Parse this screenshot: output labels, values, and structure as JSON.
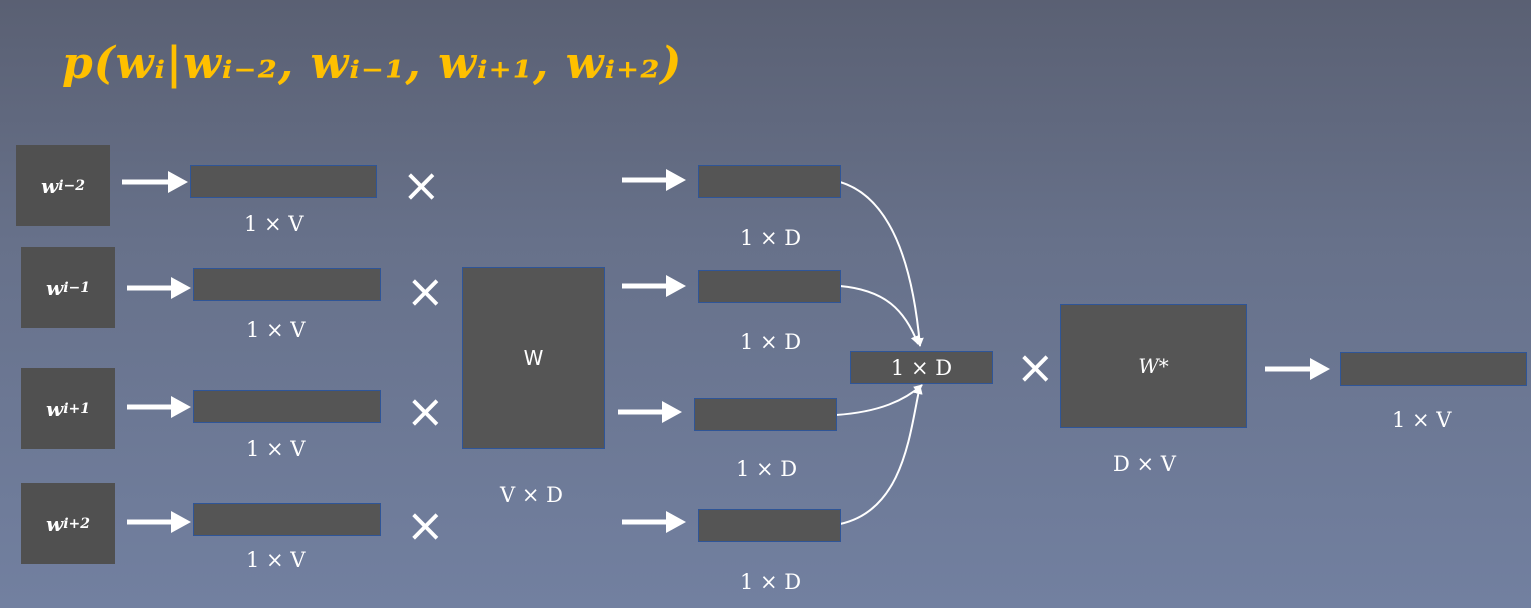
{
  "title": "p(w_i | w_{i−2}, w_{i−1}, w_{i+1}, w_{i+2})",
  "title_display": "𝒑(𝒘ᵢ|𝒘ᵢ₋₂, 𝒘ᵢ₋₁, 𝒘ᵢ₊₁, 𝒘ᵢ₊₂)",
  "inputs": [
    {
      "word": "w",
      "sub": "i−2",
      "vec_label": "1 × V",
      "emb_label": "1 × D"
    },
    {
      "word": "w",
      "sub": "i−1",
      "vec_label": "1 × V",
      "emb_label": "1 × D"
    },
    {
      "word": "w",
      "sub": "i+1",
      "vec_label": "1 × V",
      "emb_label": "1 × D"
    },
    {
      "word": "w",
      "sub": "i+2",
      "vec_label": "1 × V",
      "emb_label": "1 × D"
    }
  ],
  "times_symbol": "×",
  "matrix_w": {
    "name": "W",
    "dims": "V × D"
  },
  "sum_label": "1 × D",
  "matrix_w_star": {
    "name": "W*",
    "dims": "D × V"
  },
  "output_label": "1 × V",
  "colors": {
    "title": "#ffc000",
    "box": "#555555",
    "border": "#2f5597",
    "text": "#ffffff"
  }
}
